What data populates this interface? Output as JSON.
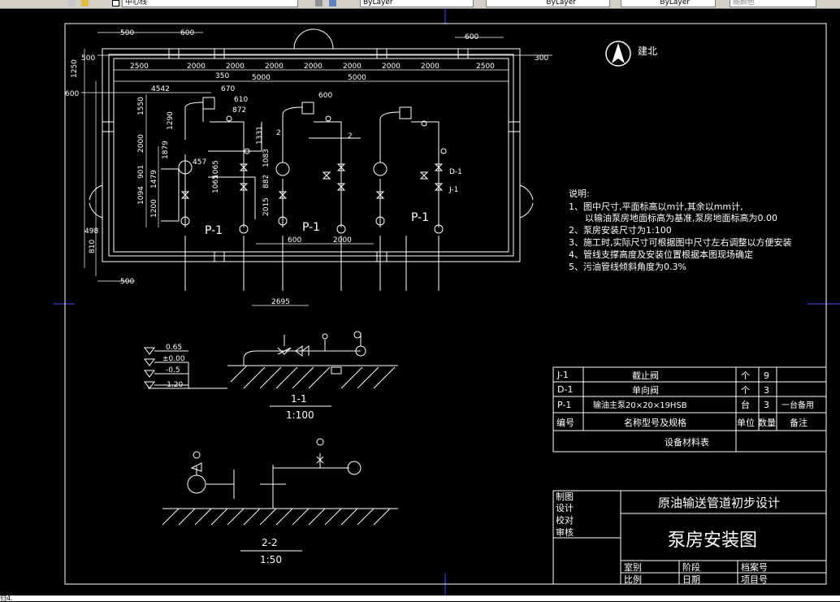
{
  "toolbar": {
    "layer_combo": "中心线",
    "color_combo": "ByLayer",
    "linetype_combo": "ByLayer",
    "lineweight_combo": "ByLayer",
    "plotstyle_combo": "随颜色"
  },
  "drawing": {
    "north_label": "建北",
    "pump_label": "P-1",
    "dims_top": [
      "500",
      "600",
      "600",
      "500",
      "300",
      "2500",
      "2000",
      "2000",
      "2000",
      "2000",
      "2000",
      "2000",
      "2000",
      "2500",
      "5000",
      "5000",
      "4542",
      "350",
      "670",
      "610",
      "872",
      "600"
    ],
    "dims_left": [
      "1250",
      "600",
      "1550",
      "1290",
      "2000",
      "1879",
      "901",
      "1479",
      "1094",
      "1200",
      "498",
      "810",
      "500"
    ],
    "dims_mid": [
      "457",
      "1065",
      "1065",
      "882",
      "1331",
      "1083",
      "2015",
      "600",
      "2000",
      "2695"
    ],
    "pipe_marks": [
      "2",
      "2"
    ],
    "valve_tags": [
      "D-1",
      "J-1"
    ]
  },
  "notes": {
    "heading": "说明:",
    "items": [
      "1、图中尺寸,平面标高以m计,其余以mm计,",
      "以输油泵房地面标高为基准,泵房地面标高为0.00",
      "2、泵房安装尺寸为1:100",
      "3、施工时,实际尺寸可根据图中尺寸左右调整以方便安装",
      "4、管线支撑高度及安装位置根据本图现场确定",
      "5、污油管线倾斜角度为0.3%"
    ]
  },
  "section1": {
    "name": "1-1",
    "scale": "1:100",
    "levels": [
      "0.65",
      "±0.00",
      "-0.5",
      "-1.20"
    ]
  },
  "section2": {
    "name": "2-2",
    "scale": "1:50"
  },
  "equipment_table": {
    "rows": [
      {
        "code": "J-1",
        "name": "截止阀",
        "unit": "个",
        "qty": "9",
        "note": ""
      },
      {
        "code": "D-1",
        "name": "单向阀",
        "unit": "个",
        "qty": "3",
        "note": ""
      },
      {
        "code": "P-1",
        "name": "输油主泵20×20×19HSB",
        "unit": "台",
        "qty": "3",
        "note": "一台备用"
      }
    ],
    "headers": {
      "code": "编号",
      "name": "名称型号及规格",
      "unit": "单位",
      "qty": "数量",
      "note": "备注"
    },
    "caption": "设备材料表"
  },
  "title_block": {
    "labels": [
      "制图",
      "设计",
      "校对",
      "审核"
    ],
    "project": "原油输送管道初步设计",
    "drawing_title": "泵房安装图",
    "footer": [
      "室别",
      "阶段",
      "档案号",
      "比例",
      "日期",
      "项目号"
    ]
  },
  "statusbar": {
    "text": "归4."
  }
}
